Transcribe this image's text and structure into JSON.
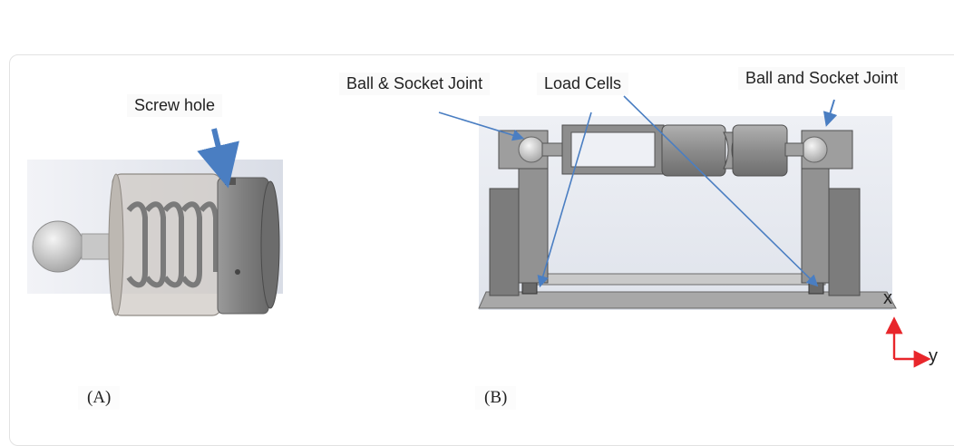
{
  "panel_a": {
    "label": "(A)",
    "callout": "Screw hole"
  },
  "panel_b": {
    "label": "(B)",
    "callout_ball_socket_left": "Ball & Socket Joint",
    "callout_load_cells": "Load Cells",
    "callout_ball_socket_right": "Ball and Socket Joint",
    "axis_x": "x",
    "axis_y": "y"
  },
  "colors": {
    "callout_arrow": "#4a7ec2",
    "axis_arrow": "#e8262b",
    "model_gray": "#8a8a8a",
    "background_panel": "#e9ecf2"
  }
}
